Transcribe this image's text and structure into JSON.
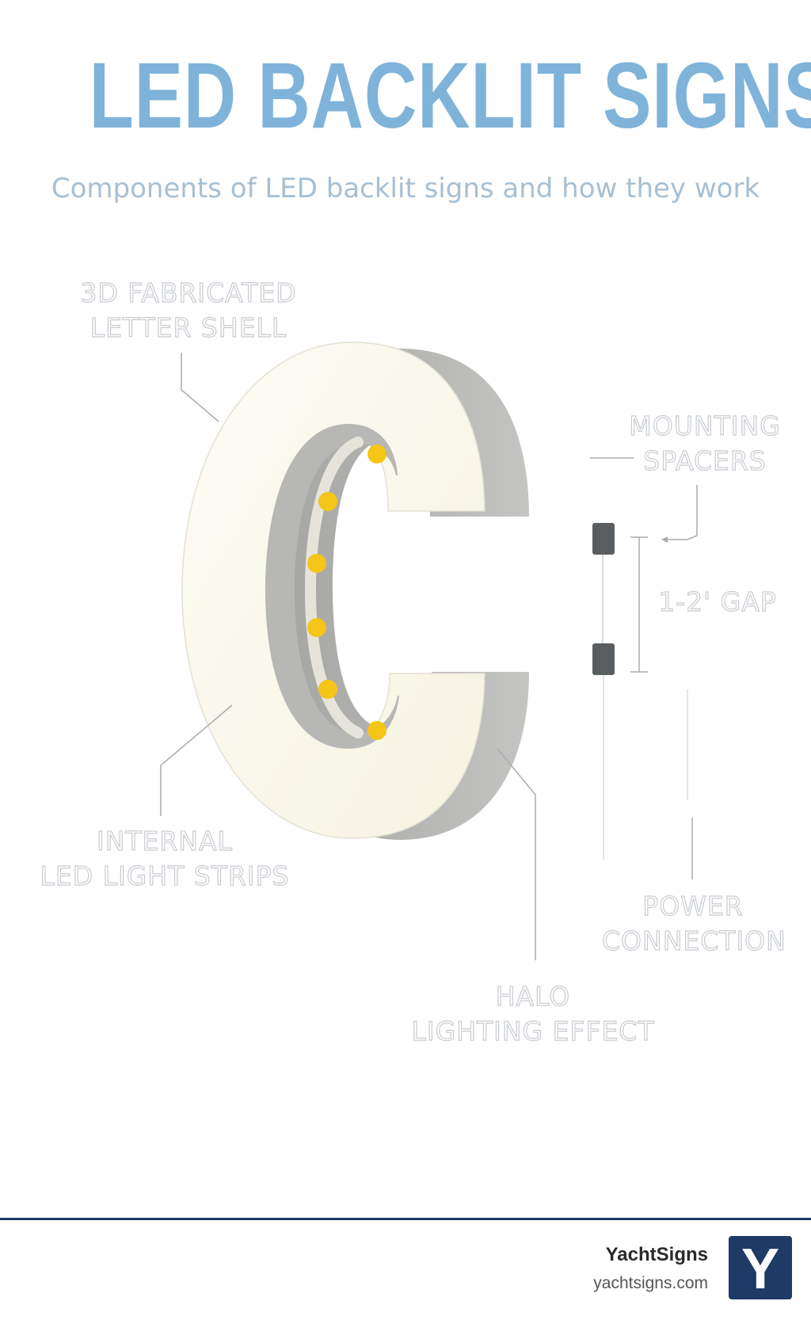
{
  "header": {
    "title": "LED BACKLIT SIGNS",
    "subtitle": "Components of LED backlit signs and how they work"
  },
  "labels": {
    "shell": [
      "3D FABRICATED",
      "LETTER SHELL"
    ],
    "spacers": [
      "MOUNTING",
      "SPACERS"
    ],
    "gap": "1-2' GAP",
    "strips": [
      "INTERNAL",
      "LED LIGHT STRIPS"
    ],
    "power": [
      "POWER",
      "CONNECTION"
    ],
    "halo": [
      "HALO",
      "LIGHTING EFFECT"
    ]
  },
  "brand": {
    "name": "YachtSigns",
    "url": "yachtsigns.com",
    "logo_letter": "Y"
  },
  "colors": {
    "title": "#7fb3d9",
    "letter_face": "#fbf9ee",
    "letter_side": "#b5b6b4",
    "led": "#f5c518",
    "spacer": "#5b5e61",
    "brand_navy": "#1e3a66"
  }
}
